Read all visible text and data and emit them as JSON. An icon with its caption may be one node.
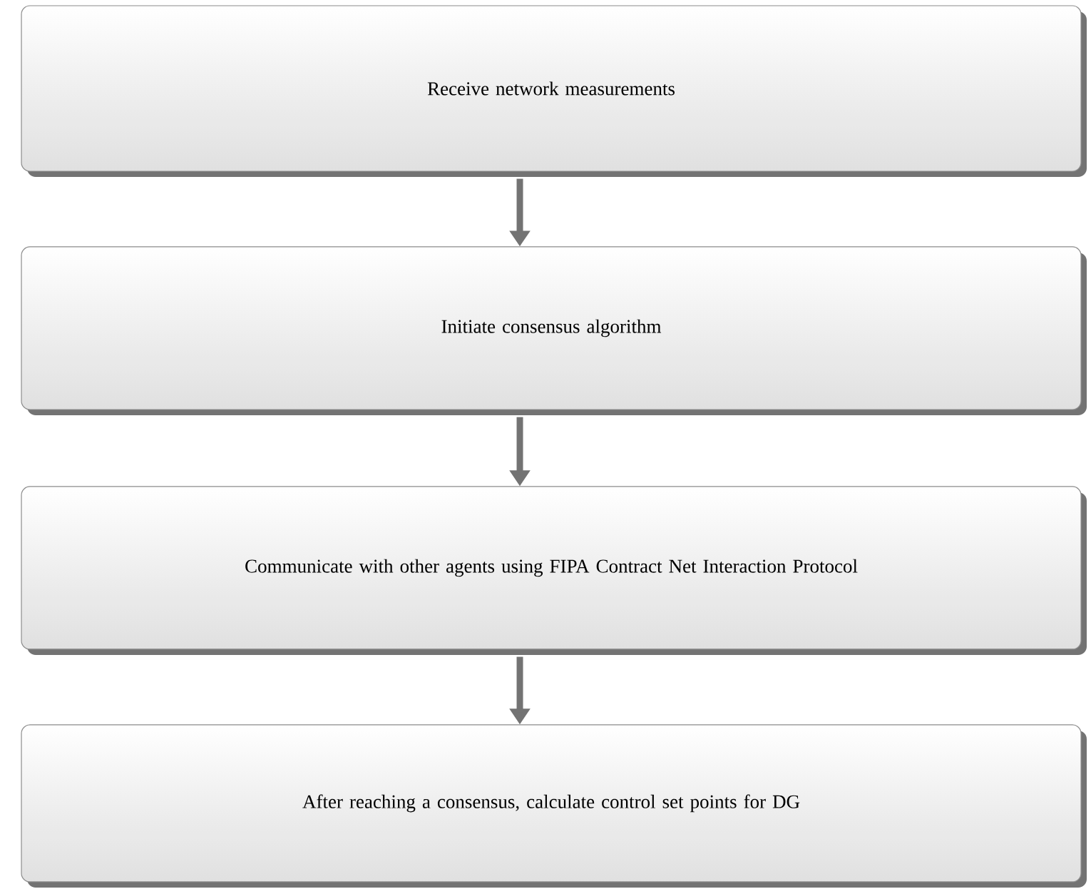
{
  "diagram": {
    "nodes": [
      {
        "text": [
          "Receive network measurements"
        ]
      },
      {
        "text": [
          "Initiate consensus algorithm"
        ]
      },
      {
        "text": [
          "Communicate with other agents using FIPA Contract Net Interaction Protocol"
        ]
      },
      {
        "text": [
          "After reaching a consensus, calculate control set points for DG"
        ]
      }
    ],
    "edges": [
      {
        "from": 0,
        "to": 1,
        "arrow": "to"
      },
      {
        "from": 1,
        "to": 2,
        "arrow": "to"
      },
      {
        "from": 2,
        "to": 3,
        "arrow": "to"
      }
    ]
  }
}
